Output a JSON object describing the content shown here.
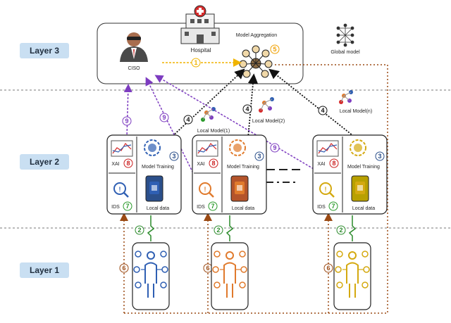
{
  "layers": {
    "layer1": "Layer 1",
    "layer2": "Layer 2",
    "layer3": "Layer 3"
  },
  "top": {
    "hospital": "Hospital",
    "ciso": "CISO",
    "aggregation": "Model Aggregation",
    "global_model": "Global model"
  },
  "nodes": [
    {
      "xai": "XAI",
      "training": "Model Training",
      "ids": "IDS",
      "local_data": "Local data",
      "model_label": "Local Model(1)",
      "sensor": "Sensor",
      "color": "#2f5fb3",
      "phone_color": "#2b4f8a"
    },
    {
      "xai": "XAI",
      "training": "Model Training",
      "ids": "IDS",
      "local_data": "Local data",
      "model_label": "Local Model(2)",
      "sensor": "Sensor",
      "color": "#e07a2c",
      "phone_color": "#b4542a"
    },
    {
      "xai": "XAI",
      "training": "Model Training",
      "ids": "IDS",
      "local_data": "Local data",
      "model_label": "Local Model(n)",
      "sensor": "Sensor",
      "color": "#d4a910",
      "phone_color": "#b8a000"
    }
  ],
  "steps": {
    "s1": "1",
    "s2": "2",
    "s3": "3",
    "s4": "4",
    "s5": "5",
    "s6": "6",
    "s7": "7",
    "s8": "8",
    "s9": "9"
  },
  "colors": {
    "step1": "#f0b400",
    "step2": "#2a8a2a",
    "step3": "#2b4f8a",
    "step4": "#111111",
    "step5": "#f0a000",
    "step6": "#a0521e",
    "step7": "#2a9a2a",
    "step8": "#cc1f1f",
    "step9": "#7d3cc0",
    "dotted_brown": "#9b4a14"
  },
  "icons": [
    "hospital-icon",
    "ciso-avatar-icon",
    "aggregation-icon",
    "global-model-icon",
    "chart-icon",
    "brain-gear-icon",
    "ids-icon",
    "phone-icon",
    "sensor-person-icon",
    "network-icon"
  ]
}
